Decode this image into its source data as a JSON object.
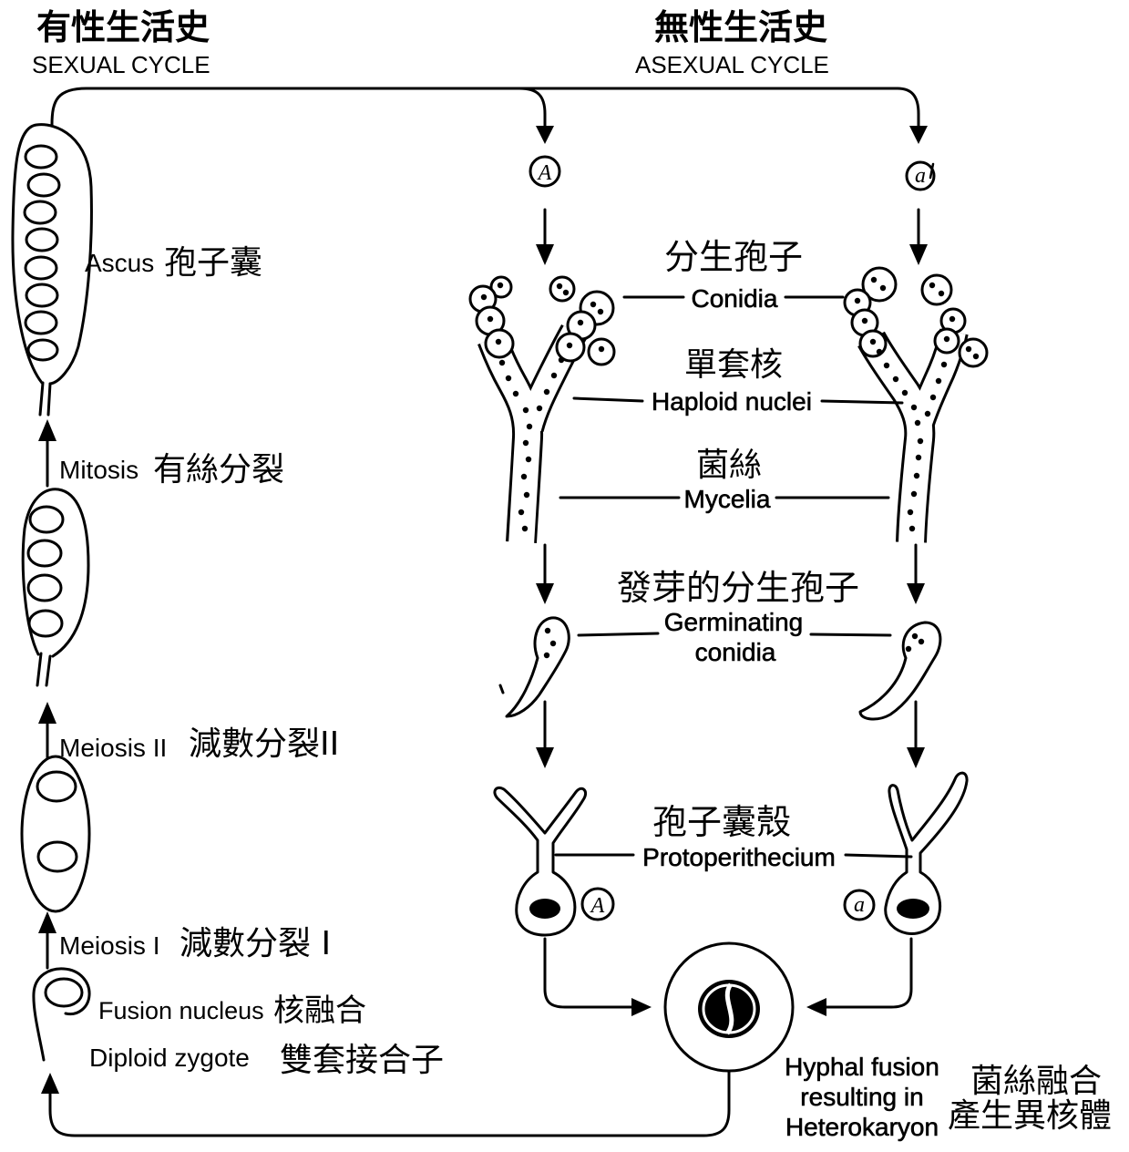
{
  "headers": {
    "sexual_zh": "有性生活史",
    "sexual_en": "SEXUAL CYCLE",
    "asexual_zh": "無性生活史",
    "asexual_en": "ASEXUAL CYCLE"
  },
  "sexual_stages": {
    "ascus": {
      "en": "Ascus",
      "zh": "孢子囊"
    },
    "mitosis": {
      "en": "Mitosis",
      "zh": "有絲分裂"
    },
    "meiosis_2": {
      "en": "Meiosis II",
      "zh": "減數分裂II"
    },
    "meiosis_1": {
      "en": "Meiosis I",
      "zh": "減數分裂 I"
    },
    "fusion_nucleus": {
      "en": "Fusion nucleus",
      "zh": "核融合"
    },
    "diploid_zygote": {
      "en": "Diploid zygote",
      "zh": "雙套接合子"
    }
  },
  "mating_types": {
    "left": "A",
    "right": "a"
  },
  "asexual_stages": {
    "conidia": {
      "zh": "分生孢子",
      "en": "Conidia"
    },
    "haploid_nuclei": {
      "zh": "單套核",
      "en": "Haploid nuclei"
    },
    "mycelia": {
      "zh": "菌絲",
      "en": "Mycelia"
    },
    "germinating_conidia": {
      "zh": "發芽的分生孢子",
      "en": [
        "Germinating",
        "conidia"
      ]
    },
    "protoperithecium": {
      "zh": "孢子囊殼",
      "en": "Protoperithecium"
    },
    "heterokaryon": {
      "en": [
        "Hyphal fusion",
        "resulting in",
        "Heterokaryon"
      ],
      "zh": [
        "菌絲融合",
        "產生異核體"
      ]
    }
  },
  "colors": {
    "ink": "#000000",
    "paper": "#ffffff"
  }
}
